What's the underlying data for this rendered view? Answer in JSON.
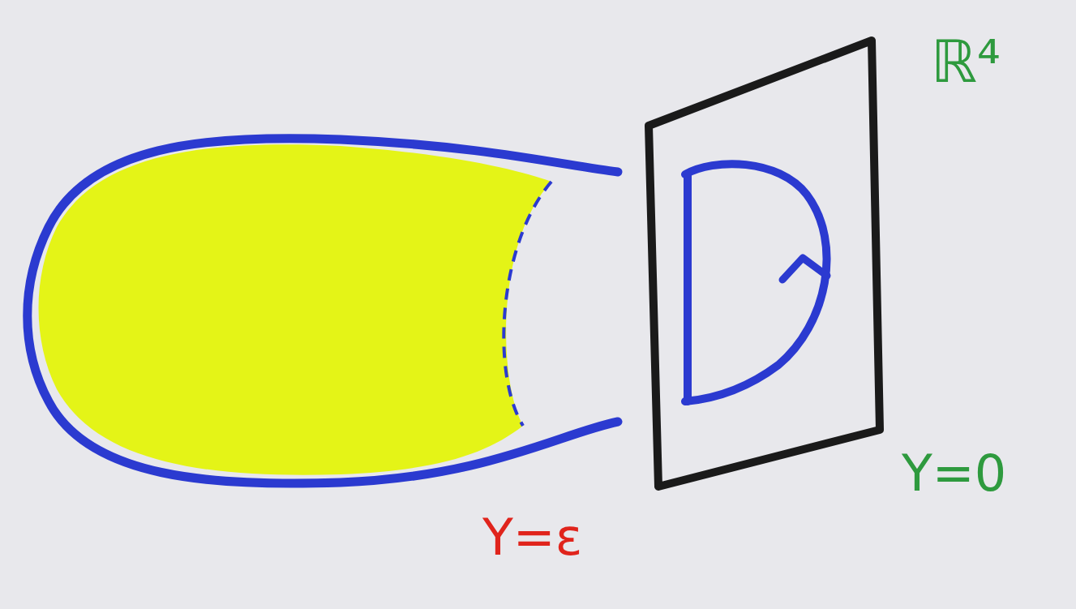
{
  "diagram": {
    "labels": [
      "ℝ⁴",
      "Y=ε",
      "Y=0"
    ]
  }
}
